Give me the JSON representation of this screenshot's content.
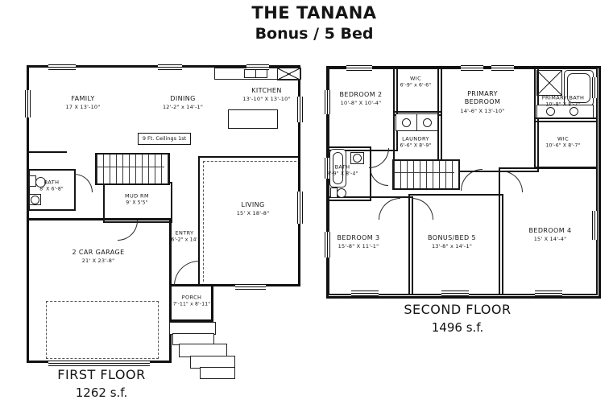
{
  "title": "THE TANANA",
  "subtitle": "Bonus / 5 Bed",
  "first_floor": {
    "caption": "FIRST FLOOR",
    "area": "1262 s.f.",
    "note": "9 Ft. Ceilings 1st",
    "rooms": {
      "family": {
        "name": "FAMILY",
        "dims": "17 X 13'-10\""
      },
      "dining": {
        "name": "DINING",
        "dims": "12'-2\" x 14'-1\""
      },
      "kitchen": {
        "name": "KITCHEN",
        "dims": "13'-10\" X 13'-10\""
      },
      "bath": {
        "name": "BATH",
        "dims": "8' X 6'-8\""
      },
      "mud": {
        "name": "MUD RM",
        "dims": "9' X 5'5\""
      },
      "living": {
        "name": "LIVING",
        "dims": "15' X 18'-8\""
      },
      "entry": {
        "name": "ENTRY",
        "dims": "6'-2\" x 14'"
      },
      "garage": {
        "name": "2 CAR GARAGE",
        "dims": "21' X 23'-8\""
      },
      "porch": {
        "name": "PORCH",
        "dims": "7'-11\" x 8'-11\""
      }
    }
  },
  "second_floor": {
    "caption": "SECOND FLOOR",
    "area": "1496 s.f.",
    "rooms": {
      "bedroom2": {
        "name": "BEDROOM 2",
        "dims": "10'-8\" X 10'-4\""
      },
      "wic_top": {
        "name": "WIC",
        "dims": "6'-9\" x 6'-6\""
      },
      "laundry": {
        "name": "LAUNDRY",
        "dims": "6'-6\" X 8'-9\""
      },
      "primary": {
        "name": "PRIMARY BEDROOM",
        "dims": "14'-6\" X 13'-10\""
      },
      "primary_bath": {
        "name": "PRIMARY BATH",
        "dims": "10'-8\" X 8'-7\""
      },
      "wic_right": {
        "name": "WIC",
        "dims": "10'-6\" X 8'-7\""
      },
      "bath": {
        "name": "BATH",
        "dims": "8'-9\" X 8'-4\""
      },
      "bedroom3": {
        "name": "BEDROOM 3",
        "dims": "15'-8\" X 11'-1\""
      },
      "bonus": {
        "name": "BONUS/BED 5",
        "dims": "13'-8\" x 14'-1\""
      },
      "bedroom4": {
        "name": "BEDROOM 4",
        "dims": "15' X 14'-4\""
      }
    }
  },
  "fixture_icons": [
    "kitchen-counter",
    "kitchen-sink-icon",
    "range-icon",
    "toilet-icon",
    "sink-icon",
    "bathtub-icon",
    "shower-icon",
    "washer-icon",
    "dryer-icon",
    "double-vanity",
    "stairs",
    "door-arc",
    "window-marker",
    "porch-steps",
    "garage-door"
  ]
}
